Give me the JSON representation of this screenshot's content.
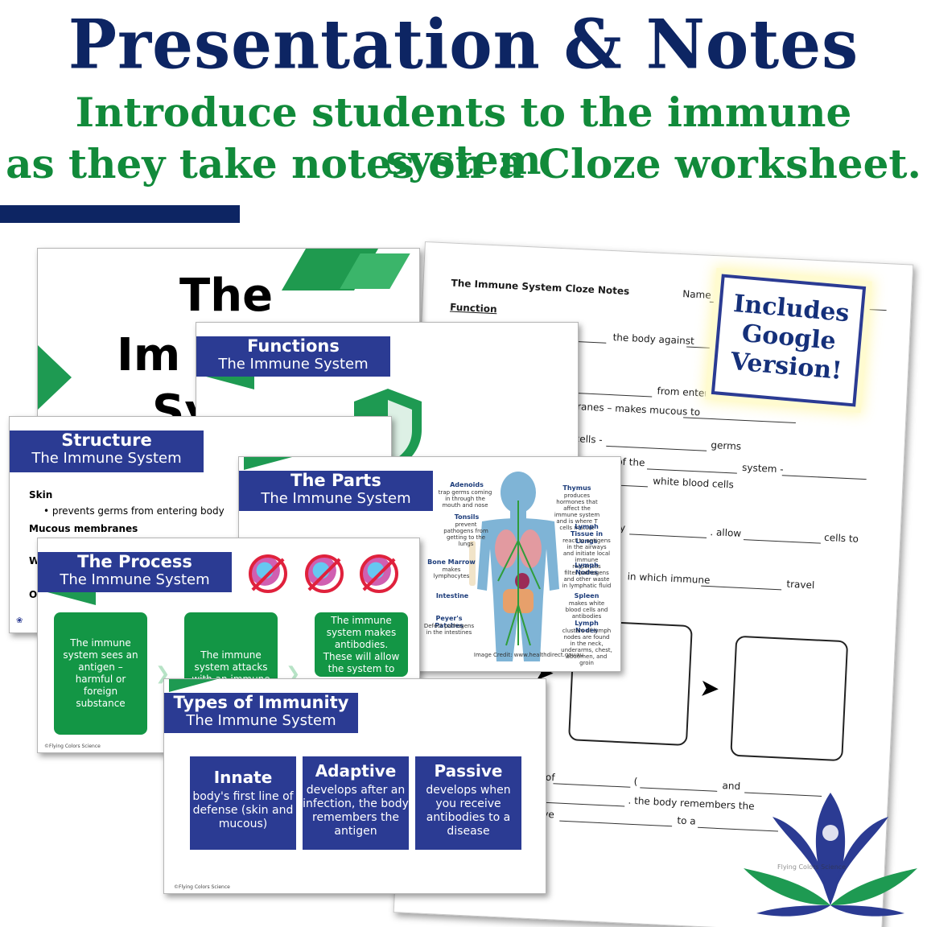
{
  "header": {
    "title": "Presentation & Notes",
    "subtitle_line1": "Introduce students to the immune system",
    "subtitle_line2": "as they take notes on a Cloze worksheet."
  },
  "worksheet": {
    "title": "The Immune System Cloze Notes",
    "name_label": "Name",
    "section_function": "Function",
    "frag_body_against": "the body against",
    "frag_from_entering": "from entering the body",
    "frag_branes": "branes – makes mucous to",
    "frag_cells": "cells -",
    "frag_germs": "germs",
    "frag_of_the": "of the",
    "frag_system": "system -",
    "frag_wbc": "white blood cells",
    "frag_ny": "ny",
    "frag_allow": ". allow",
    "frag_cells_to": "cells to",
    "frag_in_which": "in which immune",
    "frag_travel": "travel",
    "frag_ine_of": "ine of",
    "frag_paren": "(",
    "frag_and": "and",
    "frag_remembers": ". the body remembers the",
    "frag_eceive": "eceive",
    "frag_to_a": "to a"
  },
  "stamp": {
    "line1": "Includes",
    "line2": "Google",
    "line3": "Version!"
  },
  "slide_title": {
    "line1": "The",
    "line2": "Im",
    "line3": "Sy"
  },
  "slide_functions": {
    "title": "Functions",
    "subtitle": "The Immune System"
  },
  "slide_structure": {
    "title": "Structure",
    "subtitle": "The Immune System",
    "skin_heading": "Skin",
    "skin_bullet": "• prevents germs from entering body",
    "mucous_heading": "Mucous membranes",
    "cut_w": "W",
    "cut_o": "O"
  },
  "slide_parts": {
    "title": "The Parts",
    "subtitle": "The Immune System",
    "labels": {
      "adenoids": "Adenoids",
      "adenoids_desc": "trap germs coming in through the mouth and nose",
      "tonsils": "Tonsils",
      "tonsils_desc": "prevent pathogens from getting to the lungs",
      "bone_marrow": "Bone Marrow",
      "bone_marrow_desc": "makes lymphocytes",
      "intestine": "Intestine",
      "peyers": "Peyer's Patches",
      "peyers_desc": "Defect pathogens in the intestines",
      "thymus": "Thymus",
      "thymus_desc": "produces hormones that affect the immune system and is where T cells mature",
      "lymph_lungs": "Lymph Tissue in Lungs",
      "lymph_lungs_desc": "react to antigens in the airways and initiate local immune responses",
      "lymph_nodes": "Lymph Nodes",
      "lymph_nodes_desc": "filter pathogens and other waste in lymphatic fluid",
      "spleen": "Spleen",
      "spleen_desc": "makes white blood cells and antibodies",
      "lymph_nodes2": "Lymph Nodes",
      "lymph_nodes2_desc": "clusters of lymph nodes are found in the neck, underarms, chest, abdomen, and groin",
      "credit": "Image Credit: www.healthdirect.gov.au"
    }
  },
  "slide_process": {
    "title": "The Process",
    "subtitle": "The Immune System",
    "box1": "The immune system sees an antigen – harmful or foreign substance",
    "box2": "The immune system attacks with an immune response – block",
    "box3": "The immune system makes antibodies. These will allow the system to",
    "footer": "©Flying Colors Science"
  },
  "slide_types": {
    "title": "Types of Immunity",
    "subtitle": "The Immune System",
    "cards": [
      {
        "heading": "Innate",
        "body": "body's first line of defense (skin and mucous)"
      },
      {
        "heading": "Adaptive",
        "body": "develops after an infection, the body remembers the antigen"
      },
      {
        "heading": "Passive",
        "body": "develops when you receive antibodies to a disease"
      }
    ],
    "footer": "©Flying Colors Science"
  },
  "logo": {
    "text": "Flying Colors Science"
  },
  "colors": {
    "navy": "#0d2563",
    "green": "#118a3a",
    "slide_navy": "#2b3b93",
    "slide_green": "#139645"
  }
}
